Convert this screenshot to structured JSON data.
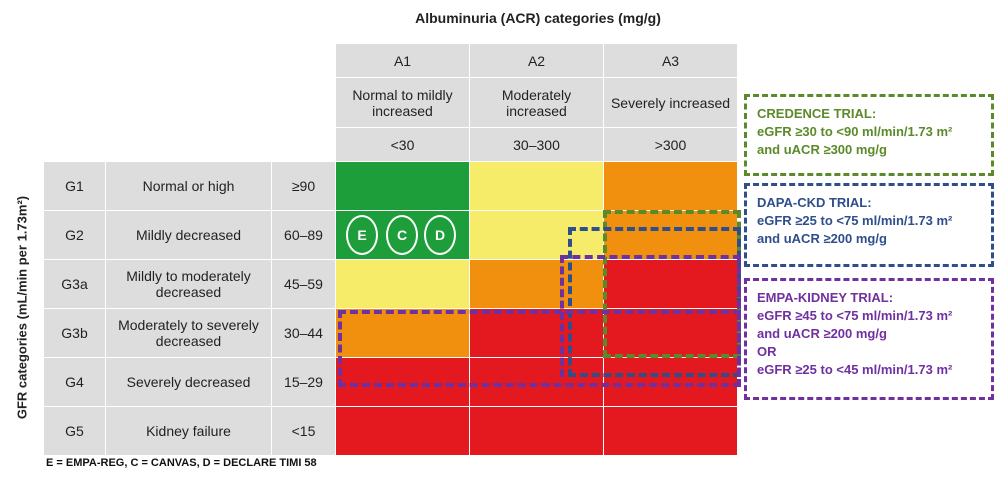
{
  "title": "Albuminuria (ACR) categories (mg/g)",
  "y_axis_label": "GFR categories (mL/min per 1.73m²)",
  "columns": [
    {
      "code": "A1",
      "desc": "Normal to mildly increased",
      "range": "<30"
    },
    {
      "code": "A2",
      "desc": "Moderately increased",
      "range": "30–300"
    },
    {
      "code": "A3",
      "desc": "Severely increased",
      "range": ">300"
    }
  ],
  "rows": [
    {
      "code": "G1",
      "desc": "Normal or high",
      "range": "≥90",
      "risk": [
        "green",
        "yellow",
        "orange"
      ]
    },
    {
      "code": "G2",
      "desc": "Mildly decreased",
      "range": "60–89",
      "risk": [
        "green",
        "yellow",
        "orange"
      ]
    },
    {
      "code": "G3a",
      "desc": "Mildly to moderately decreased",
      "range": "45–59",
      "risk": [
        "yellow",
        "orange",
        "red"
      ]
    },
    {
      "code": "G3b",
      "desc": "Moderately to severely decreased",
      "range": "30–44",
      "risk": [
        "orange",
        "red",
        "red"
      ]
    },
    {
      "code": "G4",
      "desc": "Severely decreased",
      "range": "15–29",
      "risk": [
        "red",
        "red",
        "red"
      ]
    },
    {
      "code": "G5",
      "desc": "Kidney failure",
      "range": "<15",
      "risk": [
        "red",
        "red",
        "red"
      ]
    }
  ],
  "colors": {
    "green": "#1e9e3a",
    "yellow": "#f7ec6a",
    "orange": "#f0900e",
    "red": "#e3191f",
    "credence": "#5b8a2a",
    "dapa": "#2f4e8c",
    "empa": "#7030a0"
  },
  "trial_markers": [
    "E",
    "C",
    "D"
  ],
  "trials": {
    "credence": [
      "CREDENCE TRIAL:",
      "eGFR ≥30 to <90 ml/min/1.73 m²",
      "and uACR ≥300 mg/g"
    ],
    "dapa": [
      "DAPA-CKD TRIAL:",
      "eGFR ≥25 to <75 ml/min/1.73 m²",
      "and uACR ≥200 mg/g"
    ],
    "empa": [
      "EMPA-KIDNEY TRIAL:",
      "eGFR ≥45 to <75 ml/min/1.73 m²",
      "and uACR ≥200 mg/g",
      "OR",
      "eGFR ≥25 to <45 ml/min/1.73 m²"
    ]
  },
  "footnote": "E = EMPA-REG, C = CANVAS, D = DECLARE TIMI 58"
}
